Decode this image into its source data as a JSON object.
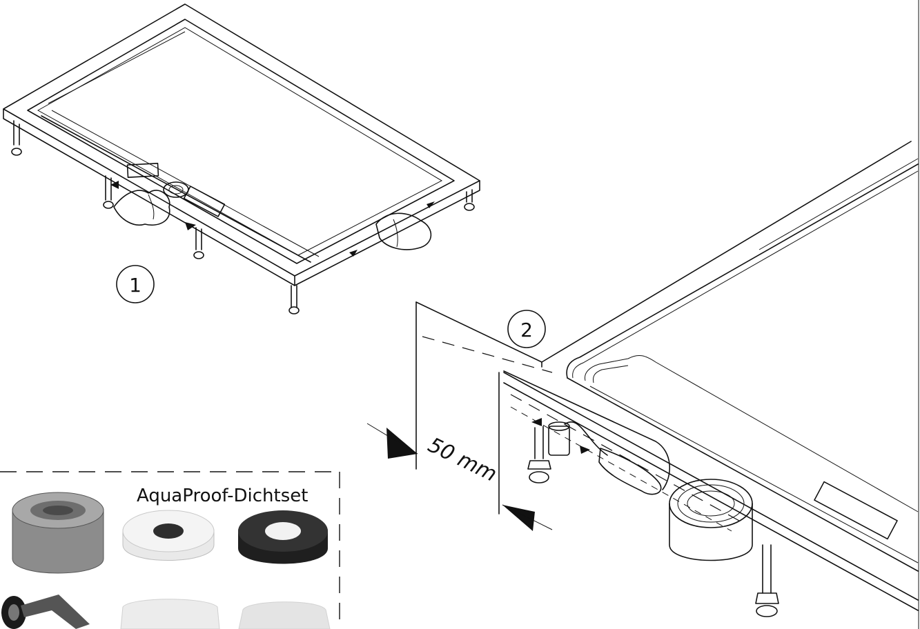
{
  "steps": {
    "step1": "1",
    "step2": "2"
  },
  "dimension": {
    "value": "50 mm"
  },
  "kit": {
    "title": "AquaProof-Dichtset"
  }
}
